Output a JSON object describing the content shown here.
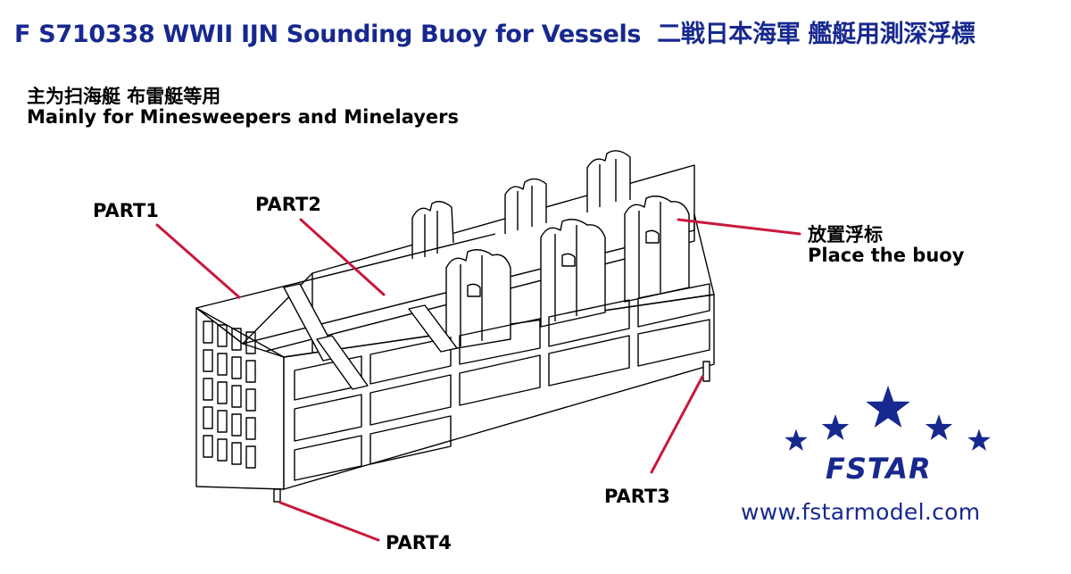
{
  "title": {
    "code_en": "F S710338 WWII IJN Sounding Buoy for Vessels",
    "cn": "二戦日本海軍 艦艇用測深浮標"
  },
  "subtitle": {
    "cn": "主为扫海艇 布雷艇等用",
    "en": "Mainly for Minesweepers and Minelayers"
  },
  "callouts": {
    "part1": "PART1",
    "part2": "PART2",
    "part3": "PART3",
    "part4": "PART4",
    "place_cn": "放置浮标",
    "place_en": "Place the buoy"
  },
  "brand": {
    "name": "FSTAR",
    "url": "www.fstarmodel.com",
    "color": "#17288f"
  },
  "leader_color": "#c8183c"
}
